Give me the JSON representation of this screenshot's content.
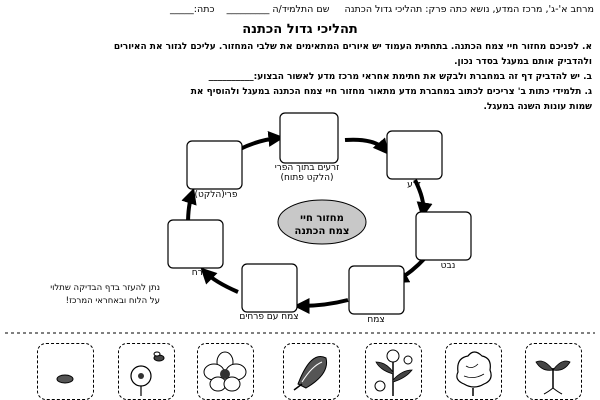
{
  "header": {
    "subject_line": "מרחב א'-ג', מרכז המדע, נושא כתה פרק: תהליכי גדול הכתנה",
    "student_label": "שם התלמיד/ה _________",
    "class_label": "כתה:_____"
  },
  "title": "תהליכי גדול הכתנה",
  "instructions": {
    "a_line1": "א. לפניכם מחזור חיי צמח הכתנה. בתחתית העמוד יש איורים המתאימים את שלבי המחזור. עליכם לגזור את האיורים",
    "a_line2": "ולהדביק אותם במעגל בסדר נכון.",
    "b": "ב. יש להדביק דף זה במחברת ולבקש את חתימת אחראי מרכז מדע לאשור הבצוע:__________",
    "c_line1": "ג. תלמידי כתות ב' צריכים לכתוב במחברת מדע מתאור מחזור חיי צמח הכתנה במעגל ולהוסיף את",
    "c_line2": "שמות עונות השנה במעגל."
  },
  "cycle": {
    "center_label_line1": "מחזור חיי",
    "center_label_line2": "צמח הכתנה",
    "stages": {
      "seeds_in_fruit_line1": "זרעים בתוך הפרי",
      "seeds_in_fruit_line2": "(הלקט פתוח)",
      "seed": "זרע",
      "sprout": "נבט",
      "plant": "צמח",
      "plant_with_flowers": "צמח עם פרחים",
      "flower": "פרח",
      "fruit": "פרי(הלקט)"
    }
  },
  "note": {
    "line1": "נתן להעזר בדף הבדיקה שתלוי",
    "line2": "על הלוח ובאחראי המרכז!"
  },
  "cutouts": [
    {
      "icon": "seed-icon"
    },
    {
      "icon": "flower-with-bee-icon"
    },
    {
      "icon": "flower-bloom-icon"
    },
    {
      "icon": "fruit-pod-icon"
    },
    {
      "icon": "plant-with-flowers-icon"
    },
    {
      "icon": "open-cotton-boll-icon"
    },
    {
      "icon": "sprout-icon"
    }
  ]
}
